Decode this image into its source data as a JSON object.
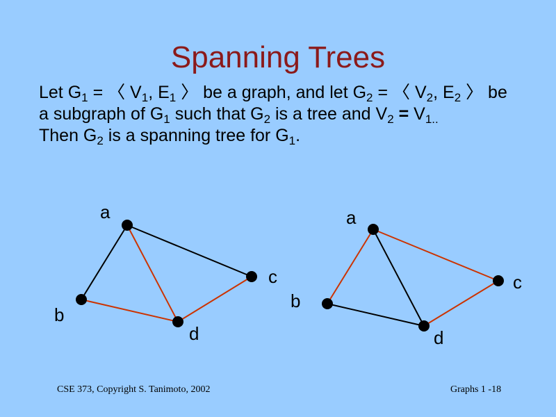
{
  "slide": {
    "title": "Spanning Trees",
    "line1": {
      "t1": "Let G",
      "s1": "1",
      "t2": " = 〈 V",
      "s2": "1",
      "t3": ", E",
      "s3": "1",
      "t4": " 〉  be a graph, and let G",
      "s4": "2",
      "t5": " = 〈 V",
      "s5": "2",
      "t6": ", E",
      "s6": "2",
      "t7": " 〉  be"
    },
    "line2": {
      "t1": "a subgraph of G",
      "s1": "1",
      "t2": " such that G",
      "s2": "2",
      "t3": " is a tree and V",
      "s3": "2",
      "t4": " = ",
      "t5": "V",
      "s5": "1..",
      "t6": ""
    },
    "line3": {
      "t1": "Then G",
      "s1": "2",
      "t2": " is a spanning tree for G",
      "s2": "1",
      "t3": "."
    },
    "footer_left": "CSE 373,  Copyright S. Tanimoto, 2002",
    "footer_right": "Graphs  1 -18"
  },
  "graph_left": {
    "labels": {
      "a": "a",
      "b": "b",
      "c": "c",
      "d": "d"
    },
    "edges": [
      {
        "from": "a",
        "to": "b",
        "color": "#000000"
      },
      {
        "from": "a",
        "to": "c",
        "color": "#000000"
      },
      {
        "from": "a",
        "to": "d",
        "color": "#cc3300"
      },
      {
        "from": "b",
        "to": "d",
        "color": "#cc3300"
      },
      {
        "from": "d",
        "to": "c",
        "color": "#cc3300"
      }
    ]
  },
  "graph_right": {
    "labels": {
      "a": "a",
      "b": "b",
      "c": "c",
      "d": "d"
    },
    "edges": [
      {
        "from": "a",
        "to": "b",
        "color": "#cc3300"
      },
      {
        "from": "a",
        "to": "c",
        "color": "#cc3300"
      },
      {
        "from": "a",
        "to": "d",
        "color": "#000000"
      },
      {
        "from": "b",
        "to": "d",
        "color": "#000000"
      },
      {
        "from": "d",
        "to": "c",
        "color": "#cc3300"
      }
    ]
  },
  "colors": {
    "background": "#99ccff",
    "title": "#8b1a1a",
    "tree_edge": "#cc3300",
    "non_tree_edge": "#000000",
    "node": "#000000"
  }
}
